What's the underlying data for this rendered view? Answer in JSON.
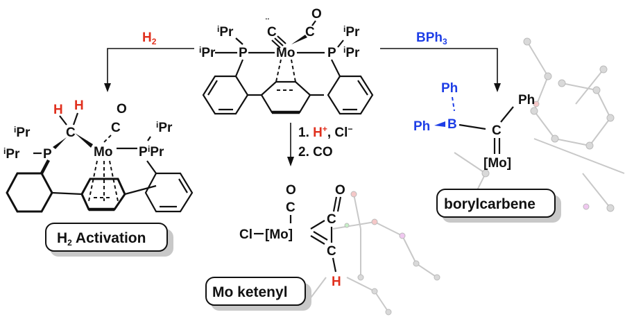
{
  "reagents": {
    "left": {
      "base": "H",
      "sub": "2"
    },
    "right": {
      "base": "BPh",
      "sub": "3"
    },
    "down_step1_prefix": "1. ",
    "down_step1_acid": "H",
    "down_step1_charge": "+",
    "down_step1_suffix": ", Cl",
    "down_step1_minus": "−",
    "down_step2": "2. CO"
  },
  "start_complex": {
    "metal": "Mo",
    "phosphorus": "P",
    "carbide": "C",
    "carbonyl_c": "C",
    "carbonyl_o": "O",
    "ipr_sup": "i",
    "ipr": "Pr"
  },
  "h2_product": {
    "label_base": "H",
    "label_sub": "2",
    "label_rest": " Activation",
    "h": "H",
    "carbon": "C",
    "metal": "Mo",
    "phosphorus": "P",
    "carbonyl_c": "C",
    "carbonyl_o": "O"
  },
  "ketenyl_product": {
    "label": "Mo ketenyl",
    "cl_mo": "Cl",
    "mo": "[Mo]",
    "o": "O",
    "c": "C",
    "h": "H"
  },
  "borylcarbene_product": {
    "label": "borylcarbene",
    "ph": "Ph",
    "b": "B",
    "c": "C",
    "mo": "[Mo]"
  },
  "colors": {
    "red": "#e0301e",
    "blue": "#1e3ee6"
  }
}
